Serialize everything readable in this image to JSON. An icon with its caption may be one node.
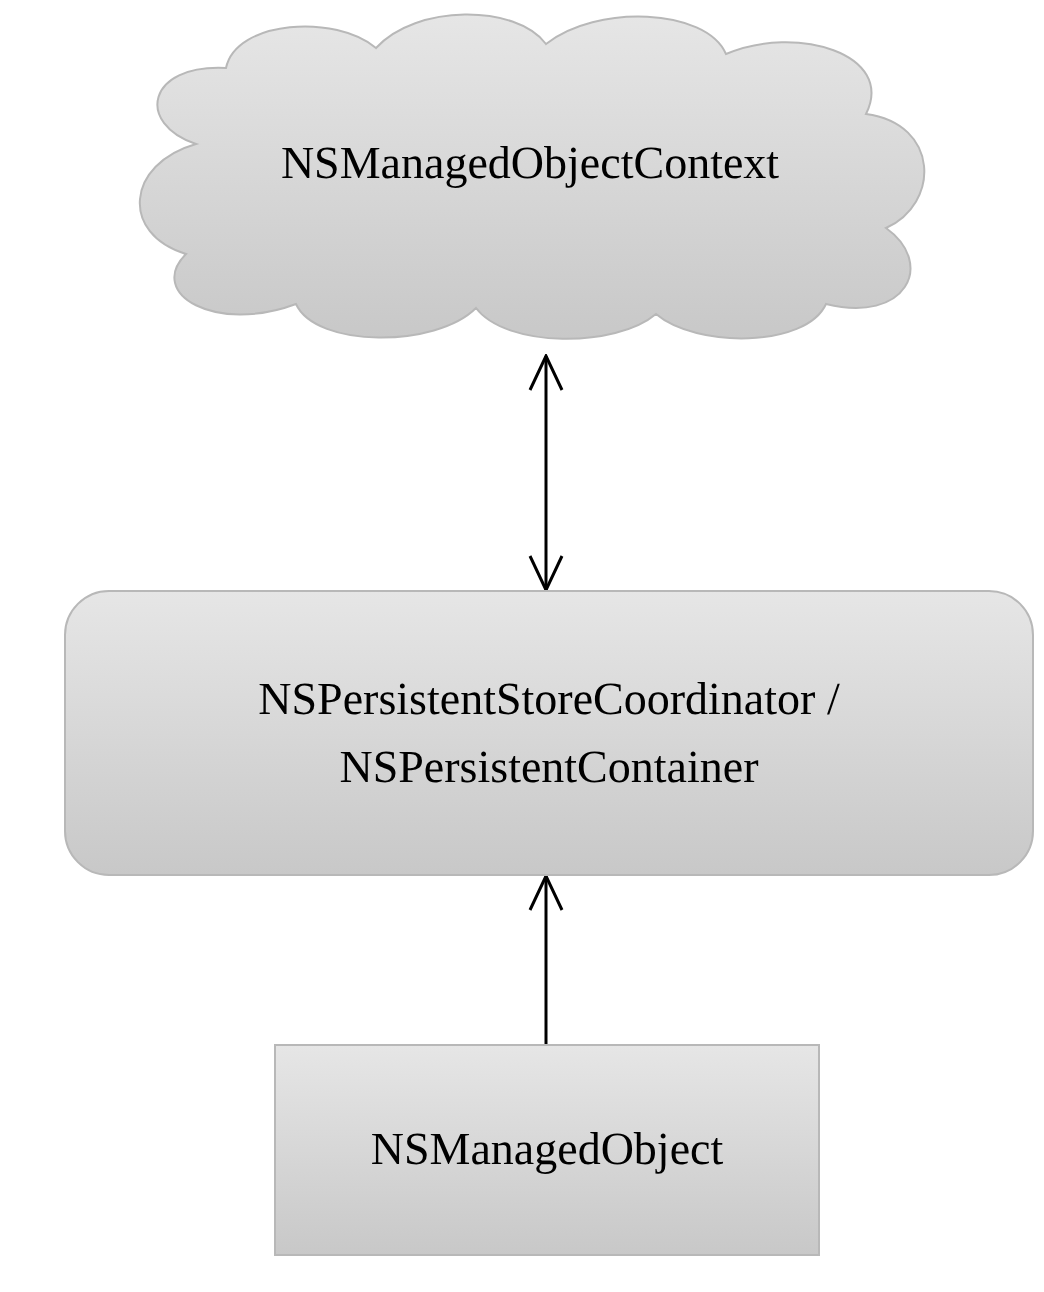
{
  "diagram": {
    "nodes": [
      {
        "text": [
          "NSManagedObjectContext"
        ]
      },
      {
        "text": [
          "NSPersistentStoreCoordinator / NSPersistentContainer"
        ]
      },
      {
        "text": [
          "NSManagedObject"
        ]
      }
    ],
    "edges": [
      {
        "from": 0,
        "to": 1,
        "arrow": "both"
      },
      {
        "from": 2,
        "to": 1,
        "arrow": "to"
      }
    ]
  }
}
